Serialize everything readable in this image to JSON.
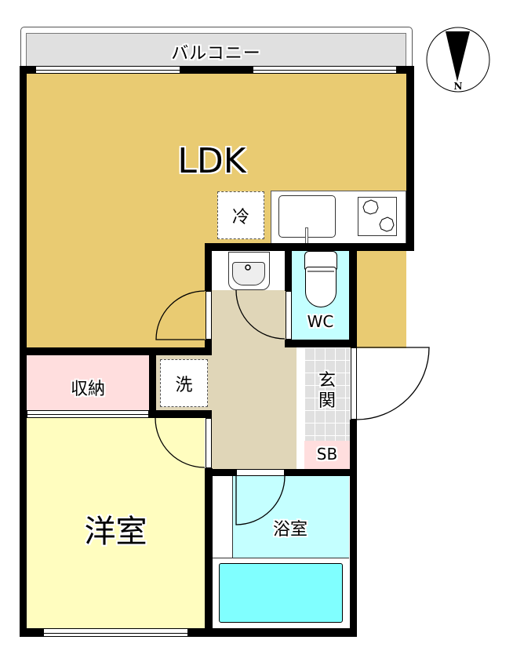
{
  "floorplan": {
    "rooms": {
      "balcony": {
        "label": "バルコニー",
        "color": "#e0e0e0"
      },
      "ldk": {
        "label": "LDK",
        "color": "#e9cb72"
      },
      "storage": {
        "label": "収納",
        "color": "#ffdede"
      },
      "western_room": {
        "label": "洋室",
        "color": "#fffdbf"
      },
      "hallway": {
        "color": "#e0d6b8"
      },
      "wc": {
        "label": "WC",
        "color": "#c4ffff"
      },
      "entrance": {
        "label": "玄関",
        "color": "#e0e0e0"
      },
      "shoe_box": {
        "label": "SB",
        "color": "#ffdede"
      },
      "bathroom": {
        "label": "浴室",
        "color": "#c4ffff"
      },
      "bathtub": {
        "color": "#80ffff"
      }
    },
    "fixtures": {
      "refrigerator": {
        "label": "冷"
      },
      "washer": {
        "label": "洗"
      }
    },
    "compass": {
      "label": "N"
    }
  }
}
